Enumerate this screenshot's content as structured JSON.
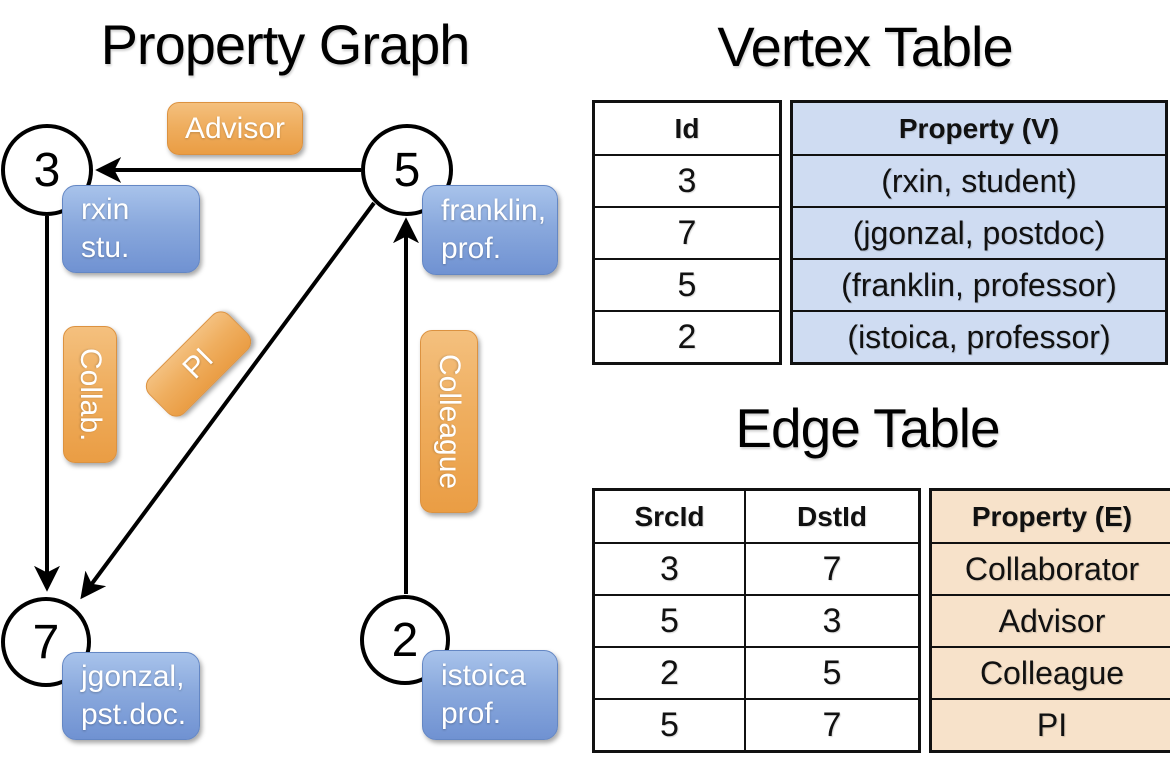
{
  "titles": {
    "property_graph": "Property Graph",
    "vertex_table": "Vertex Table",
    "edge_table": "Edge Table"
  },
  "graph": {
    "vertices": [
      {
        "id": "3",
        "line1": "rxin",
        "line2": "stu."
      },
      {
        "id": "5",
        "line1": "franklin,",
        "line2": "prof."
      },
      {
        "id": "7",
        "line1": "jgonzal,",
        "line2": "pst.doc."
      },
      {
        "id": "2",
        "line1": "istoica",
        "line2": "prof."
      }
    ],
    "edge_labels": {
      "advisor": "Advisor",
      "collab": "Collab.",
      "pi": "PI",
      "colleague": "Colleague"
    },
    "edges": [
      {
        "src": "5",
        "dst": "3",
        "label": "Advisor"
      },
      {
        "src": "3",
        "dst": "7",
        "label": "Collab."
      },
      {
        "src": "5",
        "dst": "7",
        "label": "PI"
      },
      {
        "src": "2",
        "dst": "5",
        "label": "Colleague"
      }
    ]
  },
  "vertex_table": {
    "headers": {
      "id": "Id",
      "property": "Property (V)"
    },
    "rows": [
      {
        "id": "3",
        "property": "(rxin, student)"
      },
      {
        "id": "7",
        "property": "(jgonzal, postdoc)"
      },
      {
        "id": "5",
        "property": "(franklin, professor)"
      },
      {
        "id": "2",
        "property": "(istoica, professor)"
      }
    ]
  },
  "edge_table": {
    "headers": {
      "src": "SrcId",
      "dst": "DstId",
      "property": "Property (E)"
    },
    "rows": [
      {
        "src": "3",
        "dst": "7",
        "property": "Collaborator"
      },
      {
        "src": "5",
        "dst": "3",
        "property": "Advisor"
      },
      {
        "src": "2",
        "dst": "5",
        "property": "Colleague"
      },
      {
        "src": "5",
        "dst": "7",
        "property": "PI"
      }
    ]
  },
  "colors": {
    "edge_label_orange_top": "#F4C07E",
    "edge_label_orange_bottom": "#EA9D44",
    "vertex_label_blue_top": "#A8C3EB",
    "vertex_label_blue_bottom": "#7092D2",
    "vertex_table_fill": "#CFDCF2",
    "edge_table_fill": "#F7E2CA",
    "line_color": "#000000"
  }
}
